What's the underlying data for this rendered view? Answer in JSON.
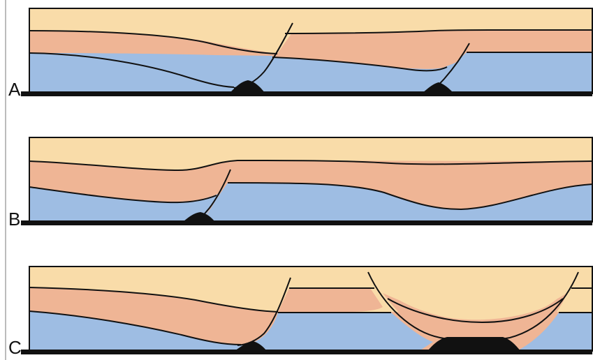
{
  "panels": [
    {
      "label": "A"
    },
    {
      "label": "B"
    },
    {
      "label": "C"
    }
  ],
  "colors": {
    "upper_layer": "#f9dca9",
    "middle_layer": "#efb595",
    "lower_layer": "#9ebde3",
    "basement": "#111111",
    "frame": "#bcbcbc",
    "outline": "#111111"
  }
}
